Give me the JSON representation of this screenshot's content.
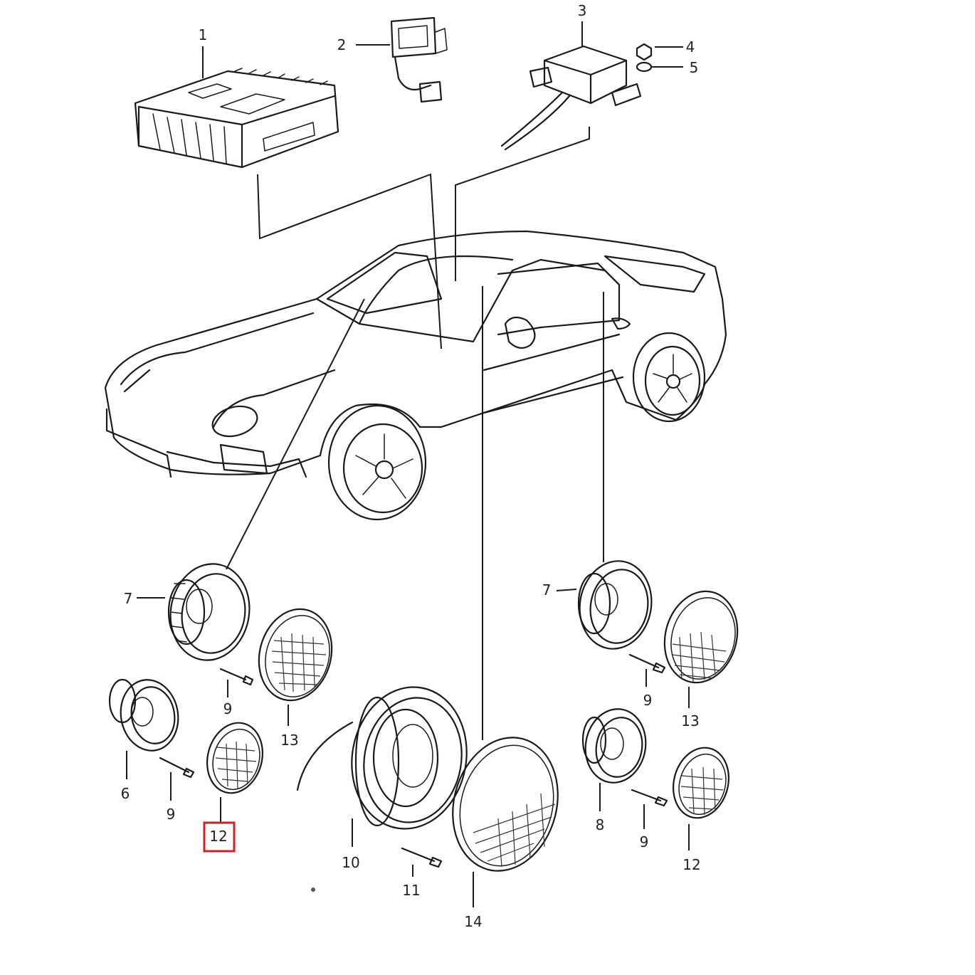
{
  "diagram": {
    "callouts": [
      {
        "id": "c1",
        "label": "1"
      },
      {
        "id": "c2",
        "label": "2"
      },
      {
        "id": "c3",
        "label": "3"
      },
      {
        "id": "c4",
        "label": "4"
      },
      {
        "id": "c5",
        "label": "5"
      },
      {
        "id": "c7a",
        "label": "7"
      },
      {
        "id": "c7b",
        "label": "7"
      },
      {
        "id": "c9a",
        "label": "9"
      },
      {
        "id": "c9b",
        "label": "9"
      },
      {
        "id": "c9c",
        "label": "9"
      },
      {
        "id": "c9d",
        "label": "9"
      },
      {
        "id": "c6",
        "label": "6"
      },
      {
        "id": "c8",
        "label": "8"
      },
      {
        "id": "c10",
        "label": "10"
      },
      {
        "id": "c11",
        "label": "11"
      },
      {
        "id": "c12a",
        "label": "12"
      },
      {
        "id": "c12b",
        "label": "12"
      },
      {
        "id": "c13a",
        "label": "13"
      },
      {
        "id": "c13b",
        "label": "13"
      },
      {
        "id": "c14",
        "label": "14"
      }
    ],
    "highlighted_callout": "12",
    "highlight_color": "#d21f1f"
  }
}
